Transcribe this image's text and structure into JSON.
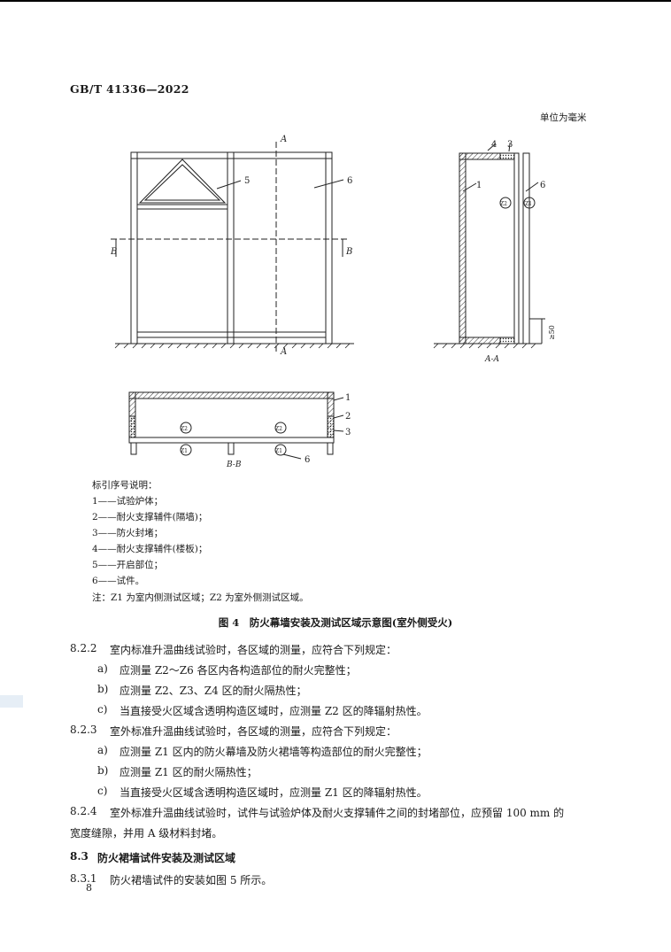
{
  "header": {
    "standard_code": "GB/T 41336—2022"
  },
  "figure": {
    "unit_note": "单位为毫米",
    "section_marks": {
      "a": "A",
      "b": "B"
    },
    "view_labels": {
      "section_aa": "A-A",
      "section_bb": "B-B"
    },
    "zone_labels": {
      "z1": "Z1",
      "z2": "Z2"
    },
    "dimension": "≥50",
    "callouts": [
      "1",
      "2",
      "3",
      "4",
      "5",
      "6"
    ],
    "legend_title": "标引序号说明：",
    "legend": [
      "1——试验炉体；",
      "2——耐火支撑辅件(隔墙)；",
      "3——防火封堵；",
      "4——耐火支撑辅件(楼板)；",
      "5——开启部位；",
      "6——试件。"
    ],
    "note": "注：Z1 为室内侧测试区域；Z2 为室外侧测试区域。",
    "caption": "图 4　防火幕墙安装及测试区域示意图(室外侧受火)"
  },
  "sections": [
    {
      "number": "8.2.2",
      "text": "室内标准升温曲线试验时，各区域的测量，应符合下列规定：",
      "items": [
        {
          "label": "a)",
          "text": "应测量 Z2～Z6 各区内各构造部位的耐火完整性；"
        },
        {
          "label": "b)",
          "text": "应测量 Z2、Z3、Z4 区的耐火隔热性；"
        },
        {
          "label": "c)",
          "text": "当直接受火区域含透明构造区域时，应测量 Z2 区的降辐射热性。"
        }
      ]
    },
    {
      "number": "8.2.3",
      "text": "室外标准升温曲线试验时，各区域的测量，应符合下列规定：",
      "items": [
        {
          "label": "a)",
          "text": "应测量 Z1 区内的防火幕墙及防火裙墙等构造部位的耐火完整性；"
        },
        {
          "label": "b)",
          "text": "应测量 Z1 区的耐火隔热性；"
        },
        {
          "label": "c)",
          "text": "当直接受火区域含透明构造区域时，应测量 Z1 区的降辐射热性。"
        }
      ]
    },
    {
      "number": "8.2.4",
      "text": "室外标准升温曲线试验时，试件与试验炉体及耐火支撑辅件之间的封堵部位，应预留 100 mm 的",
      "continuation": "宽度缝隙，并用 A 级材料封堵。"
    }
  ],
  "heading_83": {
    "number": "8.3",
    "title": "防火裙墙试件安装及测试区域"
  },
  "para_831": {
    "number": "8.3.1",
    "text": "防火裙墙试件的安装如图 5 所示。"
  },
  "page_number": "8"
}
